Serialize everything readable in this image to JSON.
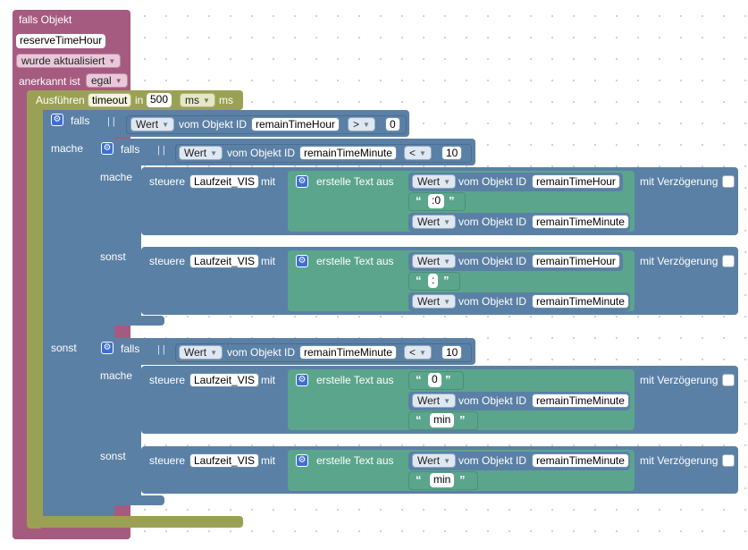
{
  "trigger": {
    "title": "falls Objekt",
    "object_id": "reserveTimeHour",
    "event": "wurde aktualisiert",
    "ack_label": "anerkannt ist",
    "ack_value": "egal"
  },
  "timeout": {
    "label": "Ausführen",
    "name": "timeout",
    "in_label": "in",
    "value": "500",
    "unit_dd": "ms",
    "unit_label": "ms"
  },
  "common": {
    "falls": "falls",
    "mache": "mache",
    "sonst": "sonst",
    "wert": "Wert",
    "vom_objekt": "vom Objekt ID",
    "steuere": "steuere",
    "mit": "mit",
    "erstelle_text": "erstelle Text aus",
    "verzoegerung": "mit Verzögerung"
  },
  "outer_if": {
    "object_id": "remainTimeHour",
    "op": ">",
    "compare": "0"
  },
  "inner_if1": {
    "object_id": "remainTimeMinute",
    "op": "<",
    "compare": "10"
  },
  "inner_if2": {
    "object_id": "remainTimeMinute",
    "op": "<",
    "compare": "10"
  },
  "blocks": {
    "b1": {
      "target": "Laufzeit_VIS",
      "hour_id": "remainTimeHour",
      "sep": ":0",
      "minute_id": "remainTimeMinute"
    },
    "b2": {
      "target": "Laufzeit_VIS",
      "hour_id": "remainTimeHour",
      "sep": ":",
      "minute_id": "remainTimeMinute"
    },
    "b3": {
      "target": "Laufzeit_VIS",
      "prefix": "0",
      "minute_id": "remainTimeMinute",
      "suffix": "min"
    },
    "b4": {
      "target": "Laufzeit_VIS",
      "minute_id": "remainTimeMinute",
      "suffix": "min"
    }
  },
  "icons": [
    "gear-icon",
    "dropdown-arrow-icon",
    "checkbox-icon"
  ],
  "colors": {
    "trigger": "#a55b80",
    "timeout": "#9aa154",
    "logic": "#5b80a5",
    "text": "#5ba58c"
  }
}
